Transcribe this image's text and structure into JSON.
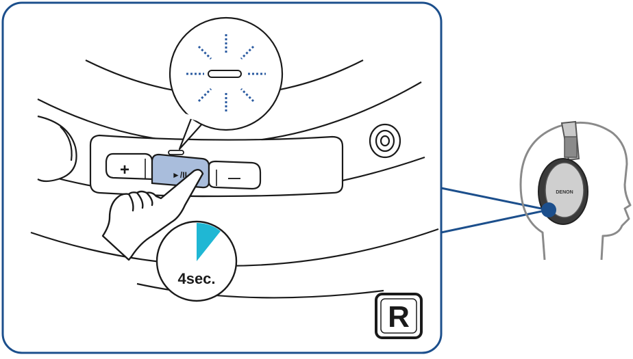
{
  "illustration": {
    "buttons": {
      "plus_label": "+",
      "play_pause_label": "►/II",
      "minus_label": "—"
    },
    "timer": {
      "label": "4sec.",
      "accent_color": "#1fb7d4"
    },
    "side_badge": {
      "letter": "R"
    },
    "headphone_brand": "DENON",
    "indicator_light_color": "#2a5aa0",
    "frame_color": "#1c4f8c",
    "play_button_color": "#a9bddc",
    "icons": [
      "pointing-hand-icon",
      "blinking-light-icon",
      "timer-icon",
      "right-side-badge-icon",
      "head-with-headphones-icon"
    ]
  }
}
